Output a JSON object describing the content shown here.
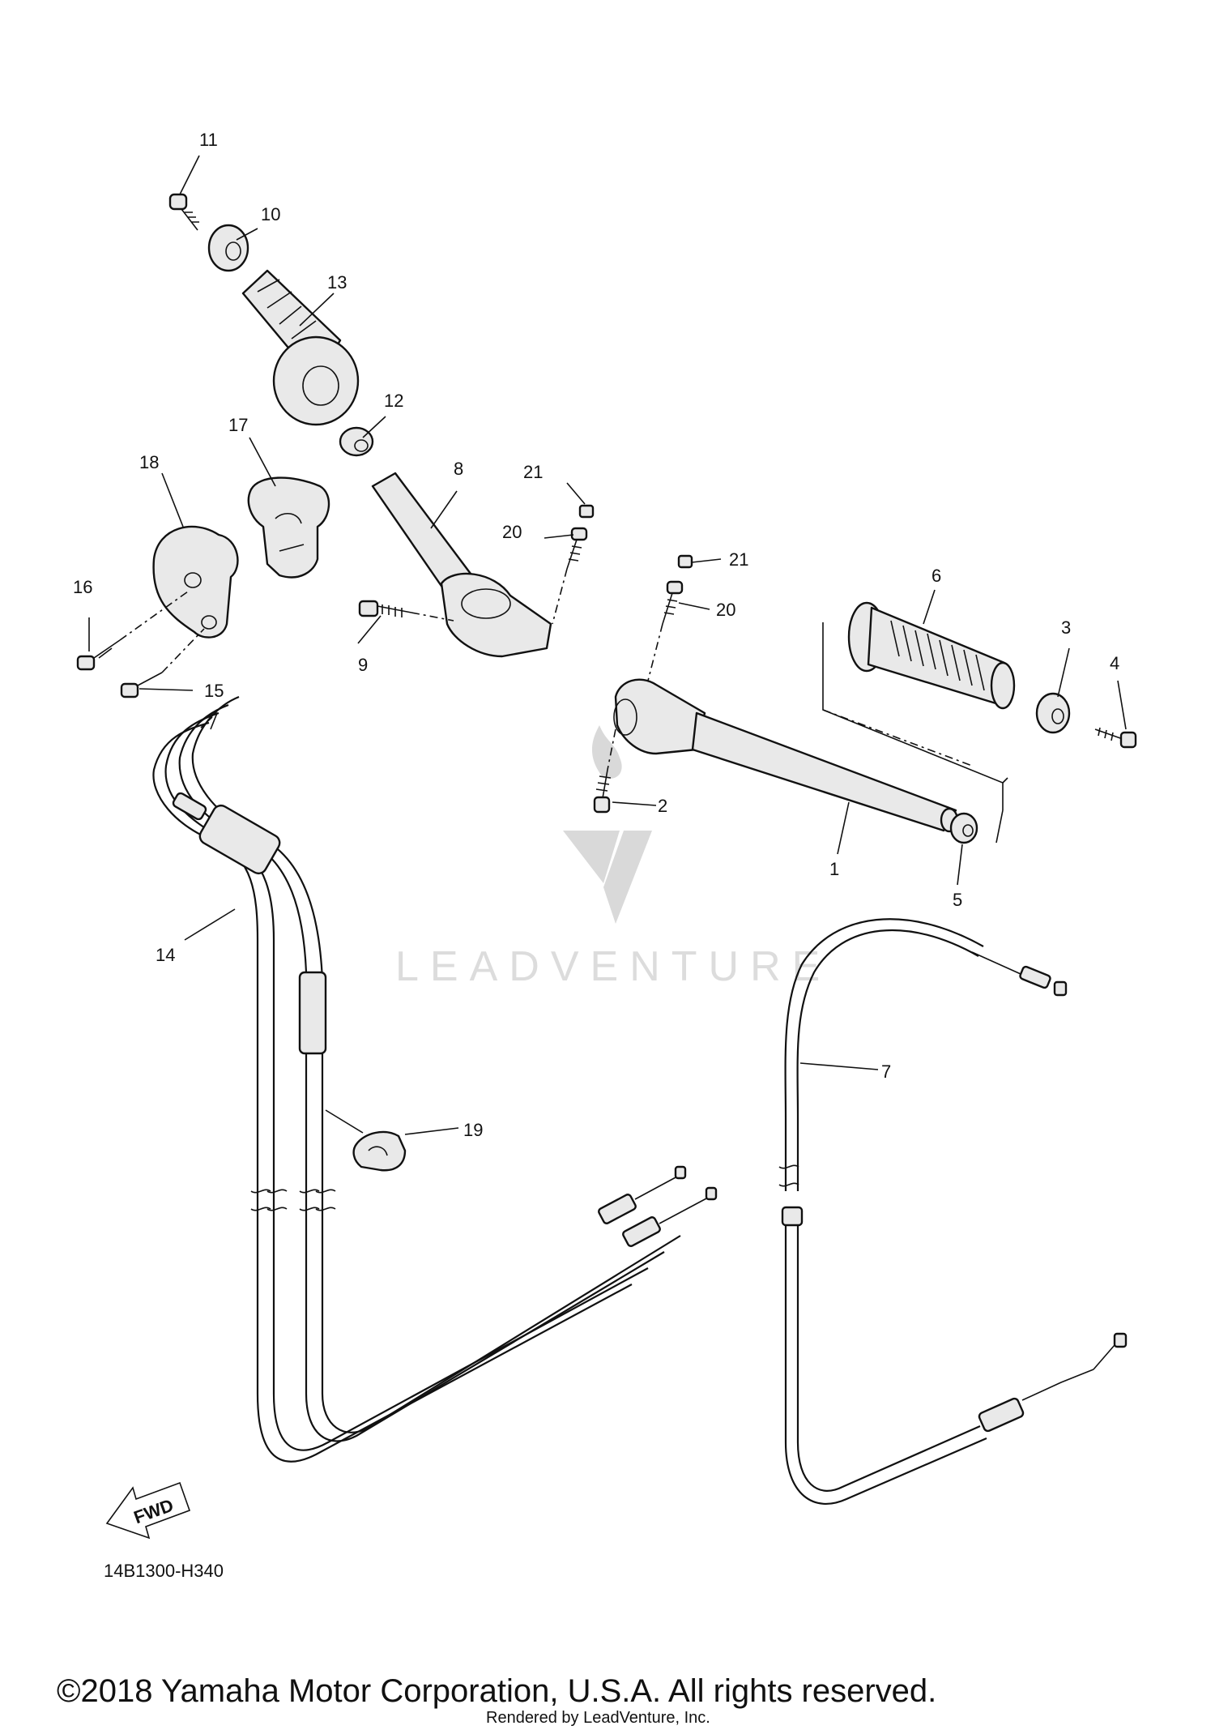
{
  "callouts": [
    "1",
    "2",
    "3",
    "4",
    "5",
    "6",
    "7",
    "8",
    "9",
    "10",
    "11",
    "12",
    "13",
    "14",
    "15",
    "16",
    "17",
    "18",
    "19",
    "20",
    "21",
    "20",
    "21"
  ],
  "watermark": {
    "text": "LEADVENTURE",
    "color": "#dcdcdc"
  },
  "diagram_code": "14B1300-H340",
  "fwd_label": "FWD",
  "copyright": "©2018 Yamaha Motor Corporation, U.S.A. All rights reserved.",
  "rendered_by": "Rendered by LeadVenture, Inc.",
  "icons": {
    "fwd": "fwd-arrow-icon",
    "watermark": "leadventure-logo-icon"
  }
}
